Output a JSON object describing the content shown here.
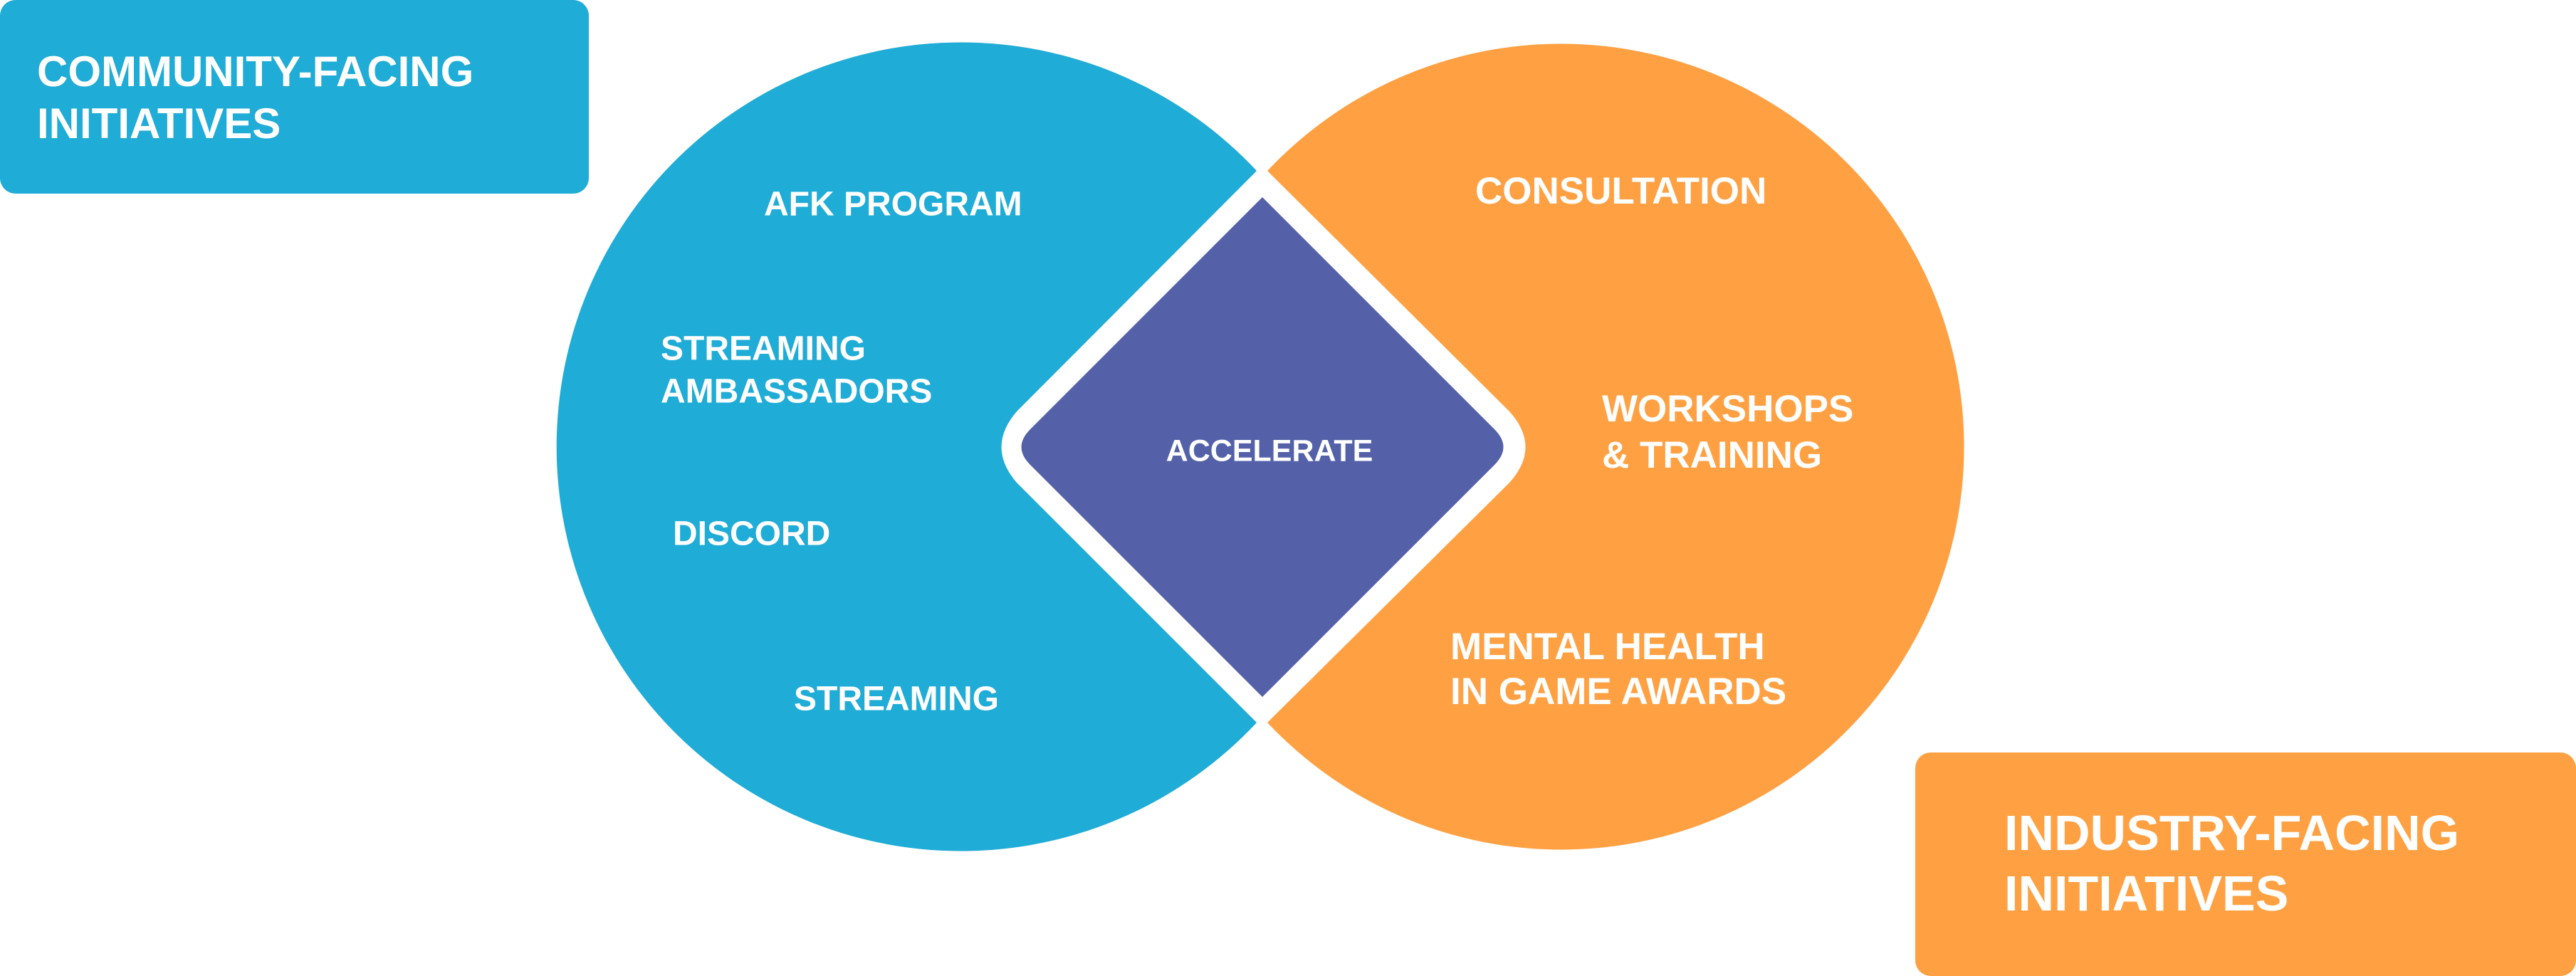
{
  "colors": {
    "community": "#1FACD6",
    "industry": "#FFA143",
    "accelerate": "#5461A8",
    "text": "#FFFFFF",
    "background": "#FFFFFF"
  },
  "community_box": {
    "line1": "COMMUNITY-FACING",
    "line2": "INITIATIVES"
  },
  "industry_box": {
    "line1": "INDUSTRY-FACING",
    "line2": "INITIATIVES"
  },
  "center": {
    "label": "ACCELERATE"
  },
  "community_items": {
    "afk": "AFK PROGRAM",
    "ambassadors_line1": "STREAMING",
    "ambassadors_line2": "AMBASSADORS",
    "discord": "DISCORD",
    "streaming": "STREAMING"
  },
  "industry_items": {
    "consultation": "CONSULTATION",
    "workshops_line1": "WORKSHOPS",
    "workshops_line2": "& TRAINING",
    "mental_line1": "MENTAL HEALTH",
    "mental_line2": "IN GAME AWARDS"
  }
}
